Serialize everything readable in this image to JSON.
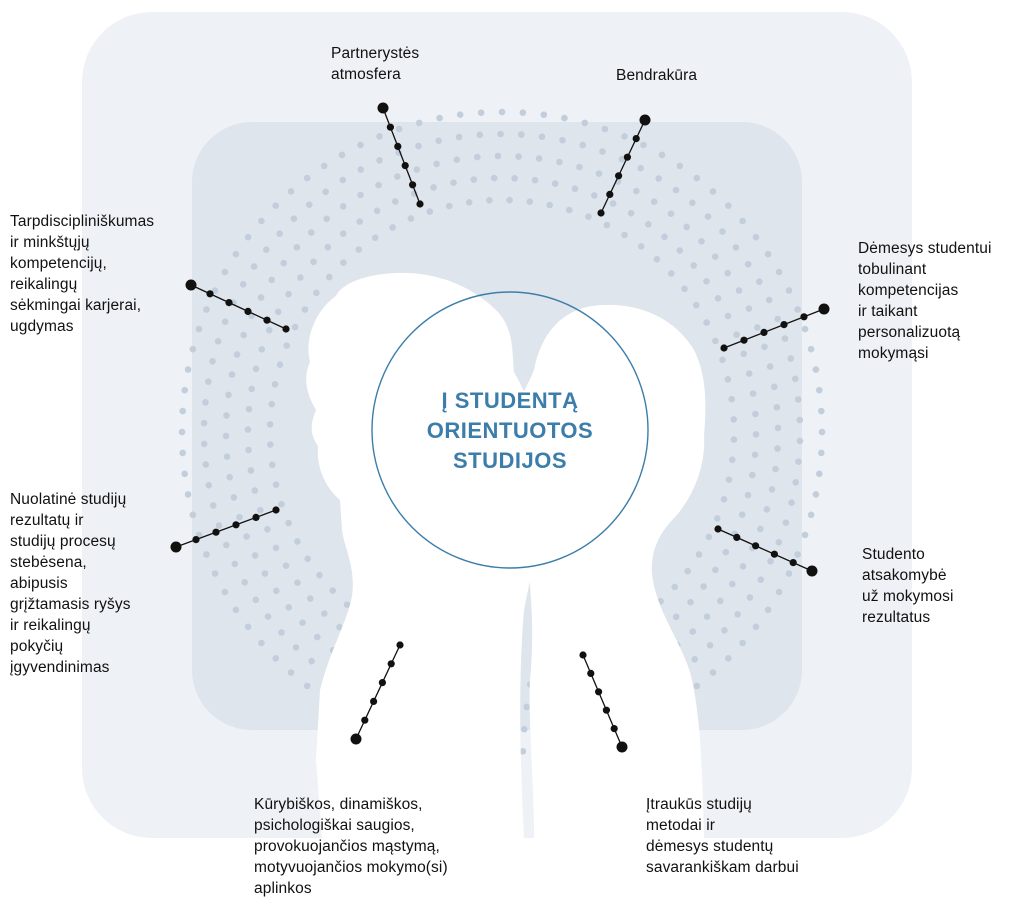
{
  "center": {
    "title": "Į STUDENTĄ\nORIENTUOTOS\nSTUDIJOS"
  },
  "labels": {
    "partnership": "Partnerystės\natmosfera",
    "cocreation": "Bendrakūra",
    "interdisciplinarity": "Tarpdiscipliniškumas\nir minkštųjų\nkompetencijų,\nreikalingų\nsėkmingai karjerai,\nugdymas",
    "attention": "Dėmesys studentui\ntobulinant\nkompetencijas\nir taikant\npersonalizuotą\nmokymąsi",
    "monitoring": "Nuolatinė studijų\nrezultatų ir\nstudijų procesų\nstebėsena,\nabipusis\ngrįžtamasis ryšys\nir reikalingų\npokyčių\nįgyvendinimas",
    "responsibility": "Studento\natsakomybė\nuž mokymosi\nrezultatus",
    "environment": "Kūrybiškos, dinamiškos,\npsichologiškai saugios,\nprovokuojančios mąstymą,\nmotyvuojančios mokymo(si)\naplinkos",
    "methods": "Įtraukūs studijų\nmetodai ir\ndėmesys studentų\nsavarankiškam darbui"
  },
  "colors": {
    "outer_panel": "#eef1f5",
    "inner_panel": "#dfe5ec",
    "dots": "#c2cedc",
    "circle": "#3c7daa",
    "title": "#3c7daa",
    "connector": "#111111",
    "silhouette": "#ffffff"
  }
}
